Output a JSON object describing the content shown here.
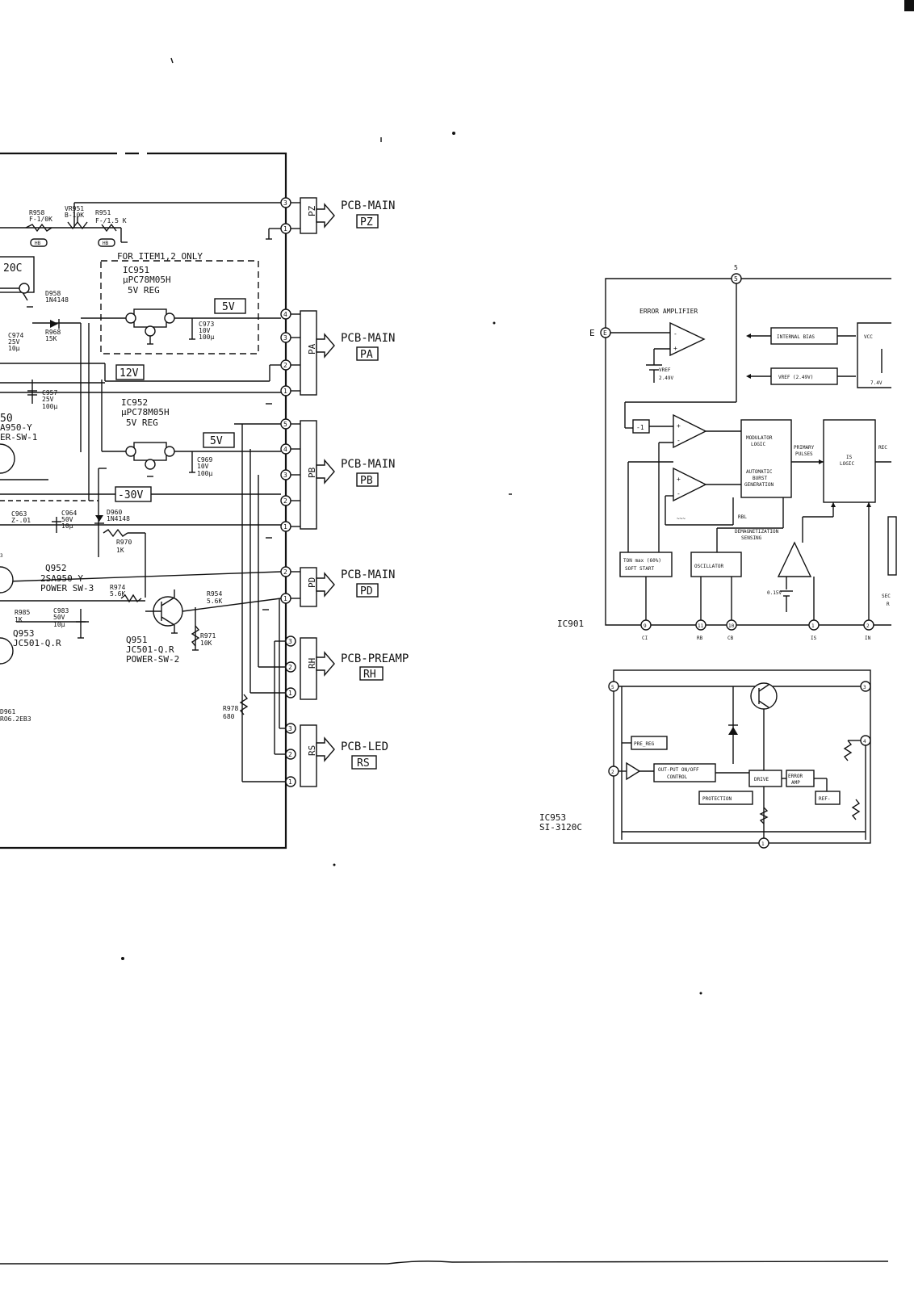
{
  "connectors": [
    {
      "id": "PZ",
      "pcb": "PCB-MAIN",
      "tag": "PZ",
      "pins": [
        "3",
        "1"
      ]
    },
    {
      "id": "PA",
      "pcb": "PCB-MAIN",
      "tag": "PA",
      "pins": [
        "4",
        "3",
        "2",
        "1"
      ]
    },
    {
      "id": "PB",
      "pcb": "PCB-MAIN",
      "tag": "PB",
      "pins": [
        "5",
        "4",
        "3",
        "2",
        "1"
      ]
    },
    {
      "id": "PD",
      "pcb": "PCB-MAIN",
      "tag": "PD",
      "pins": [
        "2",
        "1"
      ]
    },
    {
      "id": "RH",
      "pcb": "PCB-PREAMP",
      "tag": "RH",
      "pins": [
        "3",
        "2",
        "1"
      ]
    },
    {
      "id": "RS",
      "pcb": "PCB-LED",
      "tag": "RS",
      "pins": [
        "3",
        "2",
        "1"
      ]
    }
  ],
  "left": {
    "r958": {
      "ref": "R958",
      "val": "F-1/0K"
    },
    "vr951": {
      "ref": "VR951",
      "val": "B-10K"
    },
    "r951": {
      "ref": "R951",
      "val": "F-/1.5 K"
    },
    "hb": "HB",
    "ic_partial": "20C",
    "for_item": "FOR ITEM1,2 ONLY",
    "ic951": {
      "ref": "IC951",
      "part": "μPC78M05H",
      "desc": "5V REG"
    },
    "ic952": {
      "ref": "IC952",
      "part": "μPC78M05H",
      "desc": "5V REG"
    },
    "rail_5v_a": "5V",
    "rail_5v_b": "5V",
    "rail_12v": "12V",
    "rail_m30v": "-30V",
    "d958": {
      "ref": "D958",
      "val": "1N4148"
    },
    "d960": {
      "ref": "D960",
      "val": "1N4148"
    },
    "c974": {
      "ref": "C974",
      "v": "25V",
      "c": "10μ"
    },
    "r968": {
      "ref": "R968",
      "val": "15K"
    },
    "c973": {
      "ref": "C973",
      "v": "10V",
      "c": "100μ"
    },
    "c957": {
      "ref": "C957",
      "v": "25V",
      "c": "100μ"
    },
    "q950": {
      "ref": "50",
      "part": "A950-Y",
      "func": "ER-SW-1"
    },
    "c969": {
      "ref": "C969",
      "v": "10V",
      "c": "100μ"
    },
    "c963": {
      "ref": "C963",
      "val": "Z-.01"
    },
    "c964": {
      "ref": "C964",
      "v": "50V",
      "c": "10μ"
    },
    "r970": {
      "ref": "R970",
      "val": "1K"
    },
    "q952": {
      "ref": "Q952",
      "part": "2SA950-Y",
      "func": "POWER SW-3"
    },
    "r974": {
      "ref": "R974",
      "val": "5.6K"
    },
    "r954": {
      "ref": "R954",
      "val": "5.6K"
    },
    "r985": {
      "ref": "R985",
      "val": "1K"
    },
    "c983": {
      "ref": "C983",
      "v": "50V",
      "c": "10μ"
    },
    "q953": {
      "ref": "Q953",
      "part": "JC501-Q.R"
    },
    "q951": {
      "ref": "Q951",
      "part": "JC501-Q.R",
      "func": "POWER-SW-2"
    },
    "r971": {
      "ref": "R971",
      "val": "10K"
    },
    "r978": {
      "ref": "R978",
      "val": "680"
    },
    "d961": {
      "ref": "D961",
      "val": "RO6.2EB3"
    },
    "stray3": "3",
    "stray2": "2"
  },
  "ic901": {
    "label": "IC901",
    "pin_top": "5",
    "pin_e": "E",
    "error_amp": "ERROR AMPLIFIER",
    "internal_bias": "INTERNAL BIAS",
    "vref_box": "VREF (2.49V)",
    "vcc": "VCC",
    "vcc_v": "7.4V",
    "vref_label": "VREF",
    "vref_val": "2.49V",
    "minus1": "-1",
    "modulator": [
      "MODULATOR",
      "LOGIC"
    ],
    "auto_burst": [
      "AUTOMATIC",
      "BURST",
      "GENERATION"
    ],
    "primary": [
      "PRIMARY",
      "PULSES"
    ],
    "is_logic": [
      "IS",
      "LOGIC"
    ],
    "rec": "REC",
    "soft_start": [
      "TON max (60%)",
      "SOFT START"
    ],
    "oscillator": "OSCILLATOR",
    "demag": [
      "DEMAGNETIZATION",
      "SENSING"
    ],
    "rbl": "RBL",
    "v015": "0.15V",
    "sec": [
      "SEC",
      "R"
    ],
    "pins": [
      {
        "num": "9",
        "name": "CI"
      },
      {
        "num": "11",
        "name": "RB"
      },
      {
        "num": "10",
        "name": "CB"
      },
      {
        "num": "1",
        "name": "IS"
      },
      {
        "num": "2",
        "name": "IN"
      }
    ]
  },
  "ic953": {
    "label": "IC953",
    "part": "SI-3120C",
    "pre_reg": "PRE_REG",
    "onoff": [
      "OUT-PUT ON/OFF",
      "CONTROL"
    ],
    "drive": "DRIVE",
    "error_amp": [
      "ERROR",
      "AMP"
    ],
    "protection": "PROTECTION",
    "ref": "REF-",
    "pins": [
      "5",
      "3",
      "2",
      "4",
      "1"
    ]
  }
}
